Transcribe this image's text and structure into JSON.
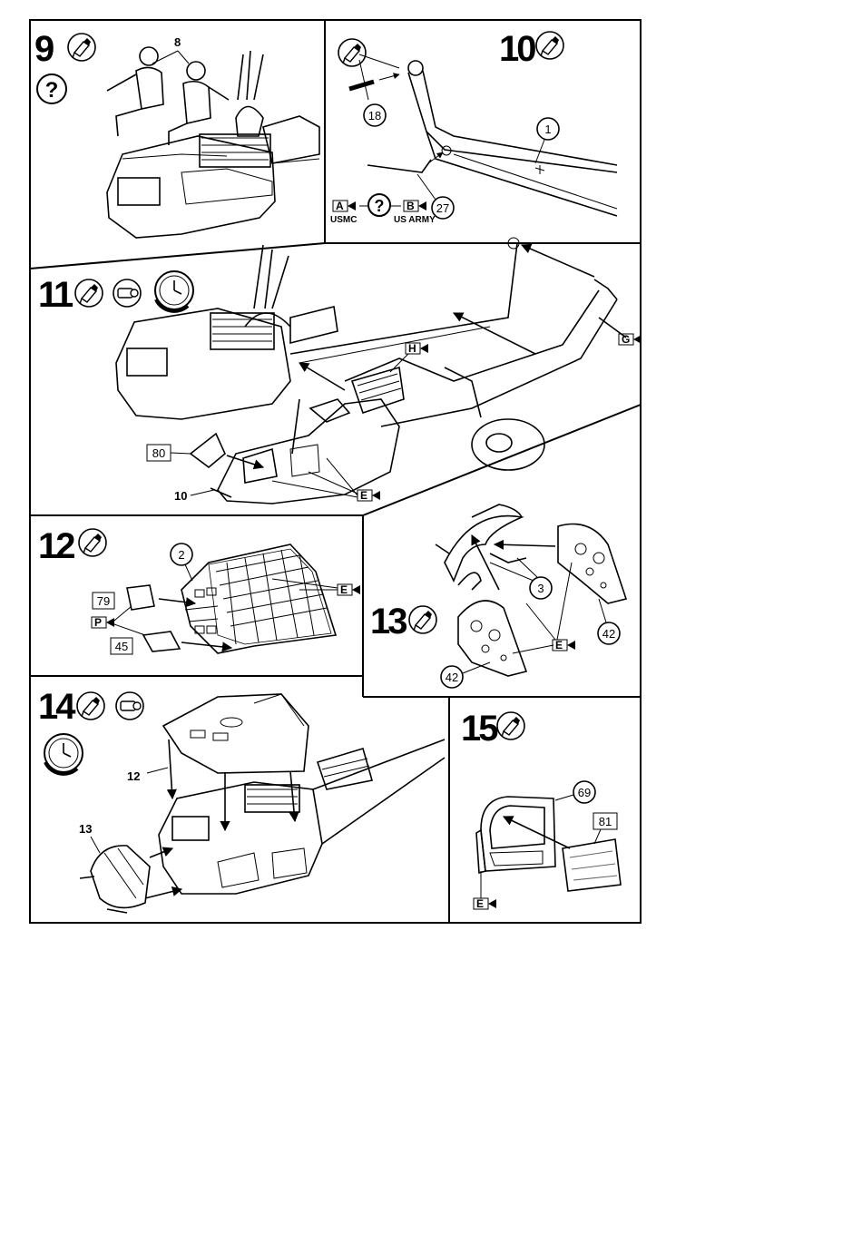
{
  "steps": [
    {
      "number": "9",
      "parts": [
        "8"
      ]
    },
    {
      "number": "10",
      "parts": [
        "1",
        "18",
        "27"
      ],
      "markers": [
        "A",
        "B"
      ],
      "marker_labels": [
        "USMC",
        "US ARMY"
      ]
    },
    {
      "number": "11",
      "parts": [
        "80",
        "10"
      ],
      "markers": [
        "H",
        "G",
        "E"
      ]
    },
    {
      "number": "12",
      "parts": [
        "2",
        "79",
        "45"
      ],
      "markers": [
        "E",
        "P"
      ]
    },
    {
      "number": "13",
      "parts": [
        "3",
        "42",
        "42"
      ],
      "markers": [
        "E"
      ]
    },
    {
      "number": "14",
      "parts": [
        "12",
        "13"
      ]
    },
    {
      "number": "15",
      "parts": [
        "69",
        "81"
      ],
      "markers": [
        "E"
      ]
    }
  ],
  "icons": [
    "glue-tube-icon",
    "question-mark-icon",
    "paint-pot-icon",
    "clock-icon"
  ]
}
